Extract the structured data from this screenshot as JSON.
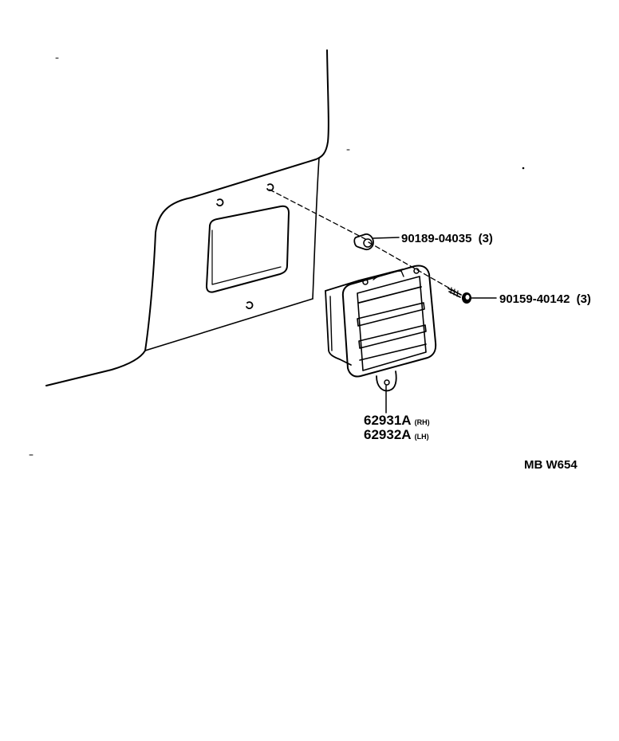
{
  "parts": [
    {
      "number": "90189-04035",
      "qty": "(3)"
    },
    {
      "number": "90159-40142",
      "qty": "(3)"
    }
  ],
  "main_part": {
    "rh_number": "62931A",
    "rh_suffix": "(RH)",
    "lh_number": "62932A",
    "lh_suffix": "(LH)"
  },
  "diagram_code": "MB W654"
}
